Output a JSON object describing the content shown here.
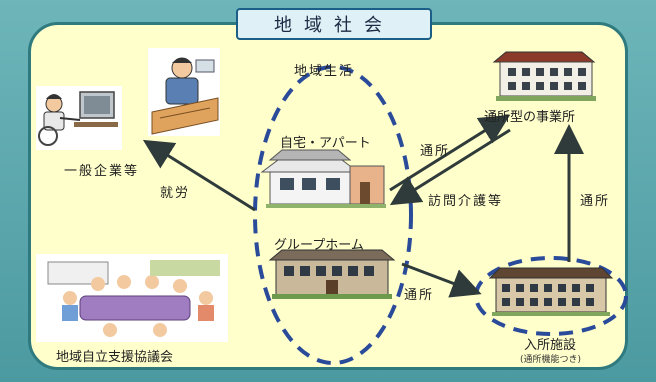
{
  "title": "地域社会",
  "labels": {
    "community_life": "地域生活",
    "home_apartment": "自宅・アパート",
    "group_home": "グループホーム",
    "general_company": "一般企業等",
    "employment": "就労",
    "commute_1": "通所",
    "home_care": "訪問介護等",
    "commute_2": "通所",
    "commute_3": "通所",
    "day_service_office": "通所型の事業所",
    "residential_facility": "入所施設",
    "residential_facility_note": "(通所機能つき)",
    "council": "地域自立支援協議会"
  },
  "colors": {
    "panel_bg": "#ffffcc",
    "panel_border": "#2e7a7f",
    "ellipse_dash": "#2a4a9a",
    "arrow": "#2f3a3a"
  }
}
